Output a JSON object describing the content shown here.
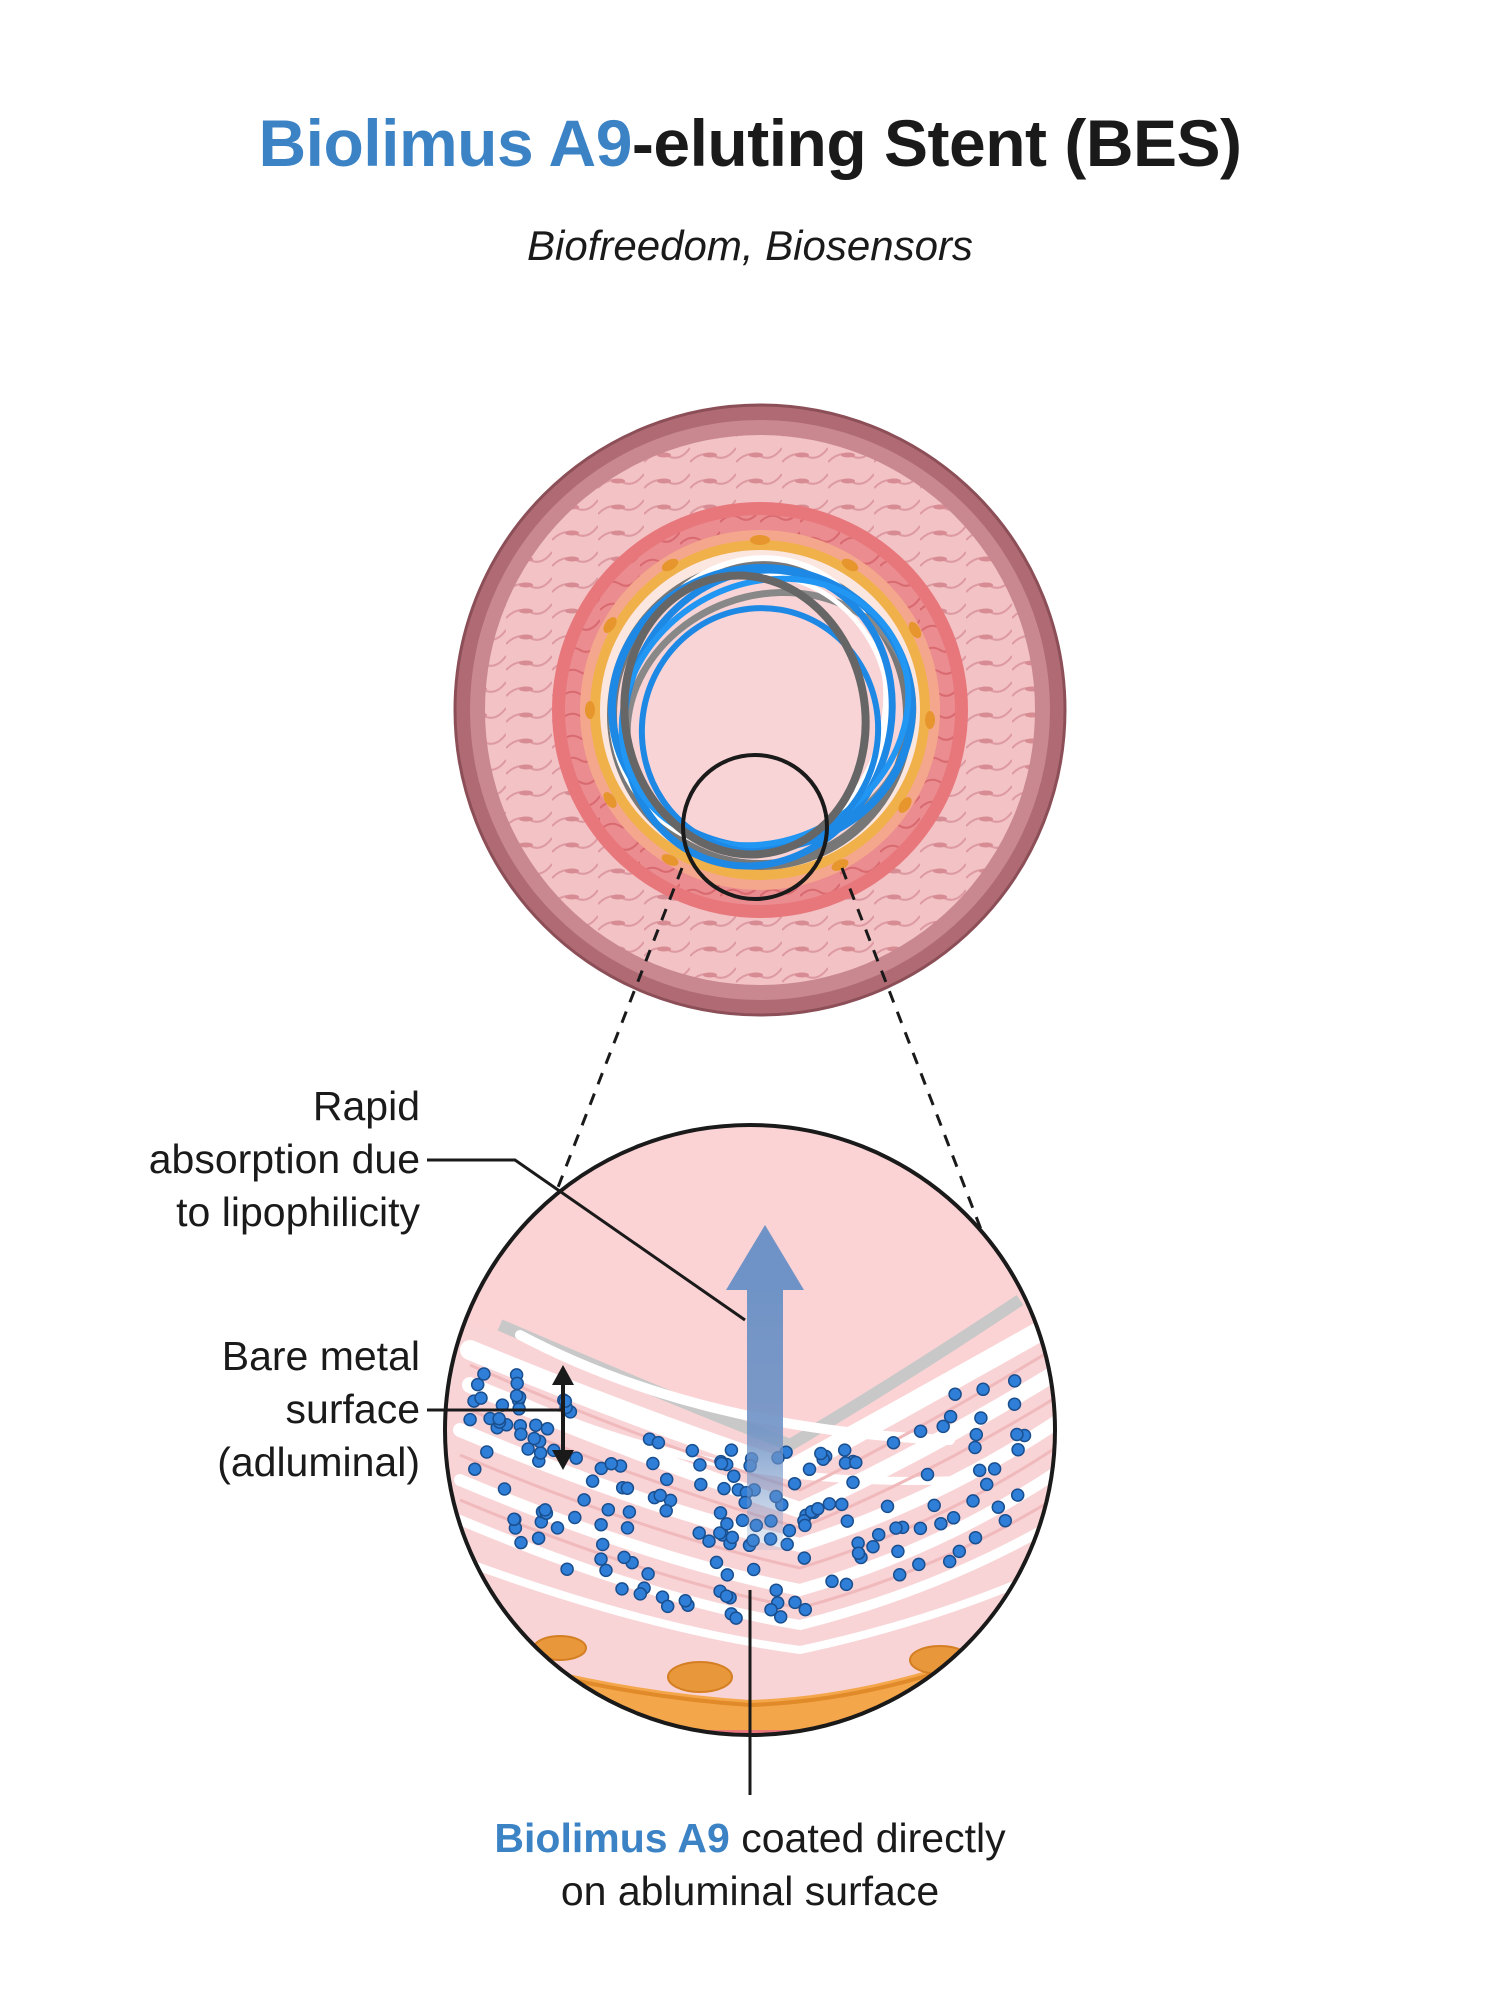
{
  "title": {
    "highlight": "Biolimus A9",
    "rest": "-eluting Stent (BES)"
  },
  "subtitle": "Biofreedom, Biosensors",
  "callouts": {
    "absorption": [
      "Rapid",
      "absorption due",
      "to lipophilicity"
    ],
    "bare_metal": [
      "Bare metal",
      "surface",
      "(adluminal)"
    ],
    "coating": {
      "highlight": "Biolimus A9",
      "line1_rest": " coated directly",
      "line2": "on abluminal surface"
    }
  },
  "colors": {
    "accent": "#3c83c6",
    "stent_blue": "#1e88e5",
    "drug_dots": "#2f7fd8",
    "adventitia": "#b06a73",
    "media": "#f3c6c9",
    "intima": "#e8777c",
    "endothelium": "#f0b04a",
    "lumen": "#f9d4d6",
    "arrow": "#6f93c6"
  }
}
